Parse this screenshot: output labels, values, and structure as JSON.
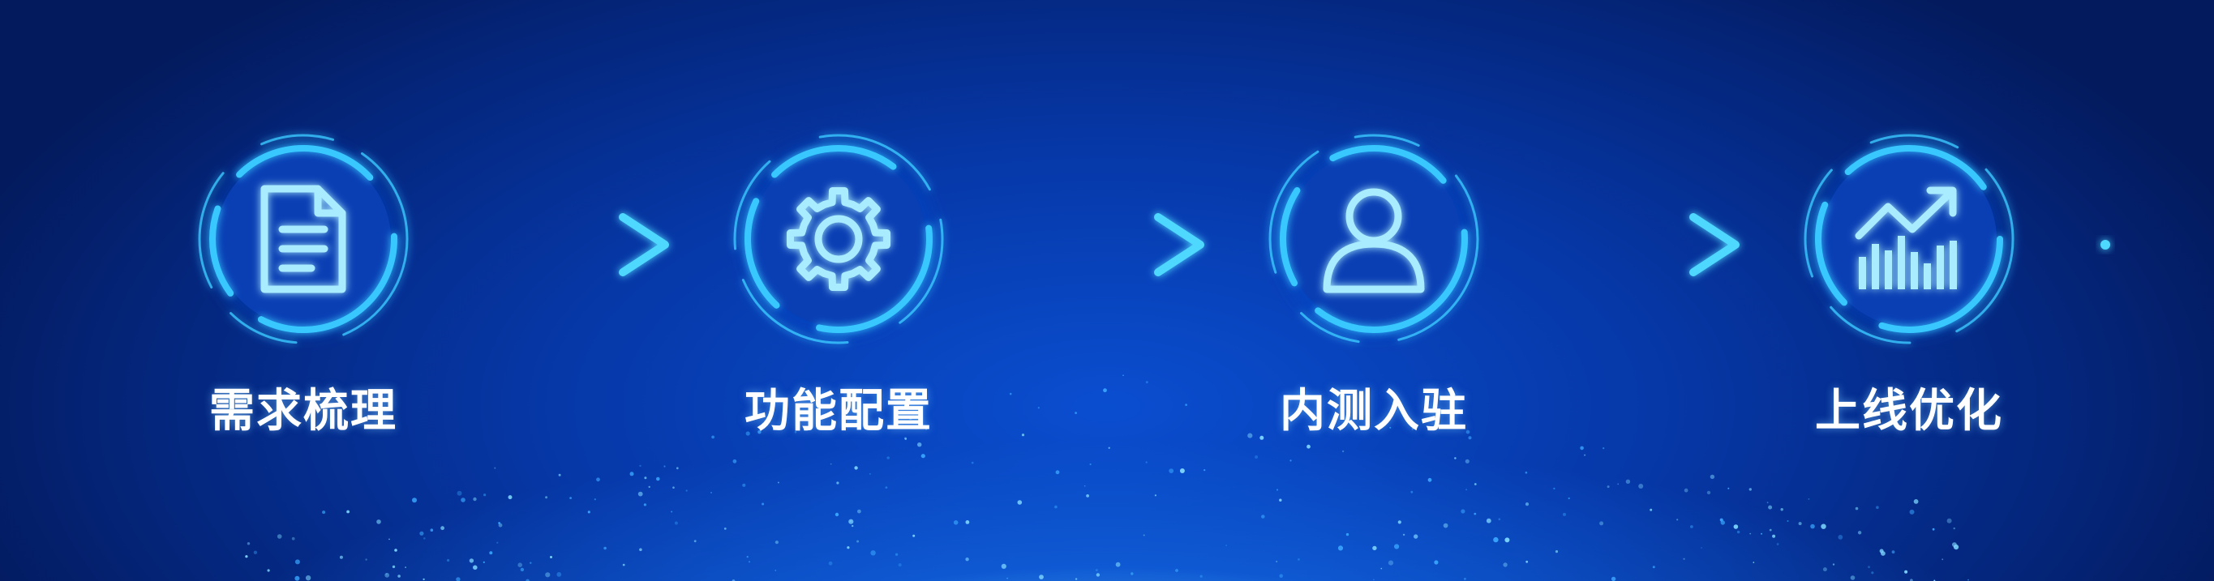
{
  "steps": [
    {
      "label": "需求梳理",
      "icon": "document-icon"
    },
    {
      "label": "功能配置",
      "icon": "gear-icon"
    },
    {
      "label": "内测入驻",
      "icon": "user-icon"
    },
    {
      "label": "上线优化",
      "icon": "growth-chart-icon"
    }
  ],
  "colors": {
    "accent": "#39c8ff",
    "glow": "#1f8fff",
    "icon": "#a9ecff",
    "text": "#ffffff"
  }
}
